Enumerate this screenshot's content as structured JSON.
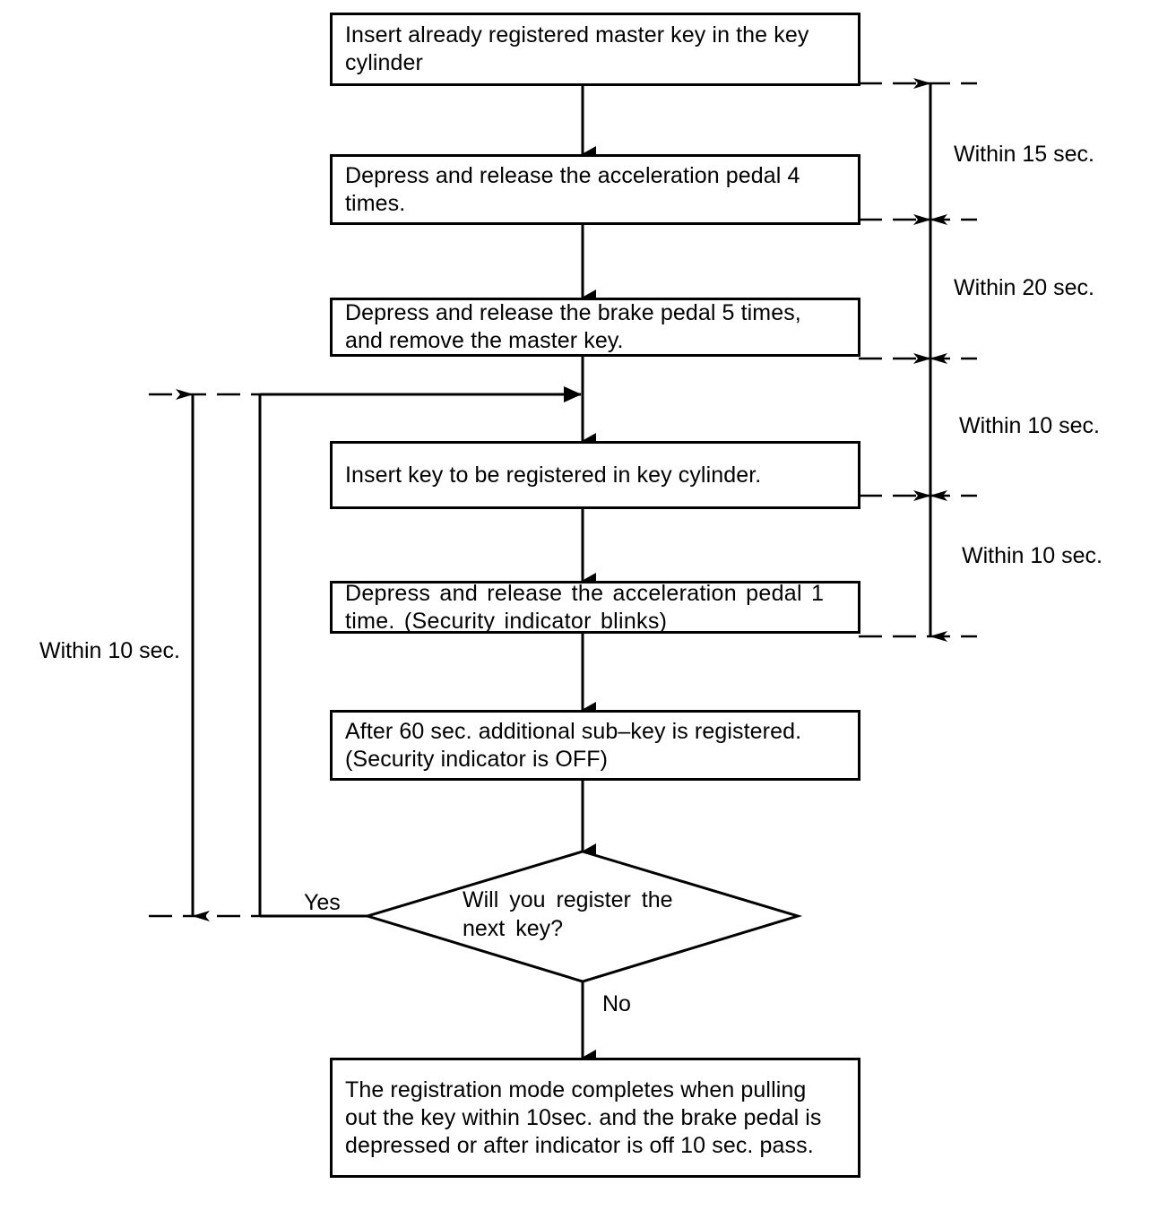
{
  "diagram": {
    "title": "Key registration procedure flowchart",
    "type": "flowchart",
    "background_color": "#ffffff",
    "line_color": "#000000",
    "nodes": [
      {
        "id": "n1",
        "shape": "process",
        "text": "Insert already registered master key in the key\ncylinder"
      },
      {
        "id": "n2",
        "shape": "process",
        "text": "Depress and release the acceleration pedal 4\ntimes."
      },
      {
        "id": "n3",
        "shape": "process",
        "text": "Depress and release the brake pedal 5 times,\nand remove the master key."
      },
      {
        "id": "n4",
        "shape": "process",
        "text": "Insert key to be registered in key cylinder."
      },
      {
        "id": "n5",
        "shape": "process",
        "text": "Depress and release the acceleration pedal 1\ntime. (Security indicator blinks)"
      },
      {
        "id": "n6",
        "shape": "process",
        "text": "After 60 sec. additional sub–key is registered.\n(Security indicator is OFF)"
      },
      {
        "id": "n7",
        "shape": "decision",
        "text": "Will you register the\nnext key?"
      },
      {
        "id": "n8",
        "shape": "process",
        "text": "The registration mode completes when pulling\nout the key within 10sec. and the brake pedal is\ndepressed or after indicator is off 10 sec. pass."
      }
    ],
    "edge_labels": [
      {
        "id": "yes",
        "text": "Yes"
      },
      {
        "id": "no",
        "text": "No"
      }
    ],
    "dimension_labels": [
      {
        "id": "d1",
        "text": "Within 15 sec."
      },
      {
        "id": "d2",
        "text": "Within 20 sec."
      },
      {
        "id": "d3",
        "text": "Within 10 sec."
      },
      {
        "id": "d4",
        "text": "Within 10 sec."
      },
      {
        "id": "d5",
        "text": "Within 10 sec."
      }
    ]
  }
}
